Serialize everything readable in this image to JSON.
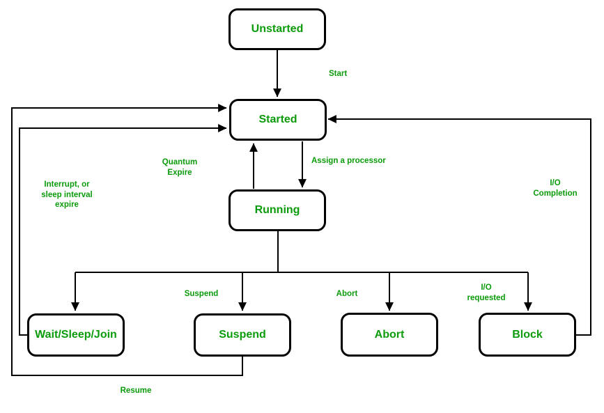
{
  "diagram": {
    "kind": "thread-state-diagram",
    "colors": {
      "text_accent": "#0b9b0b",
      "line": "#000000",
      "background": "#ffffff"
    },
    "nodes": [
      {
        "id": "unstarted",
        "label": "Unstarted"
      },
      {
        "id": "started",
        "label": "Started"
      },
      {
        "id": "running",
        "label": "Running"
      },
      {
        "id": "wait-sleep-join",
        "label": "Wait/Sleep/Join"
      },
      {
        "id": "suspend",
        "label": "Suspend"
      },
      {
        "id": "abort",
        "label": "Abort"
      },
      {
        "id": "block",
        "label": "Block"
      }
    ],
    "edge_labels": {
      "start": "Start",
      "assign_processor": "Assign a processor",
      "quantum_expire": "Quantum\nExpire",
      "interrupt": "Interrupt, or\nsleep interval\nexpire",
      "io_completion": "I/O\nCompletion",
      "suspend": "Suspend",
      "abort": "Abort",
      "io_requested": "I/O\nrequested",
      "resume": "Resume"
    }
  }
}
